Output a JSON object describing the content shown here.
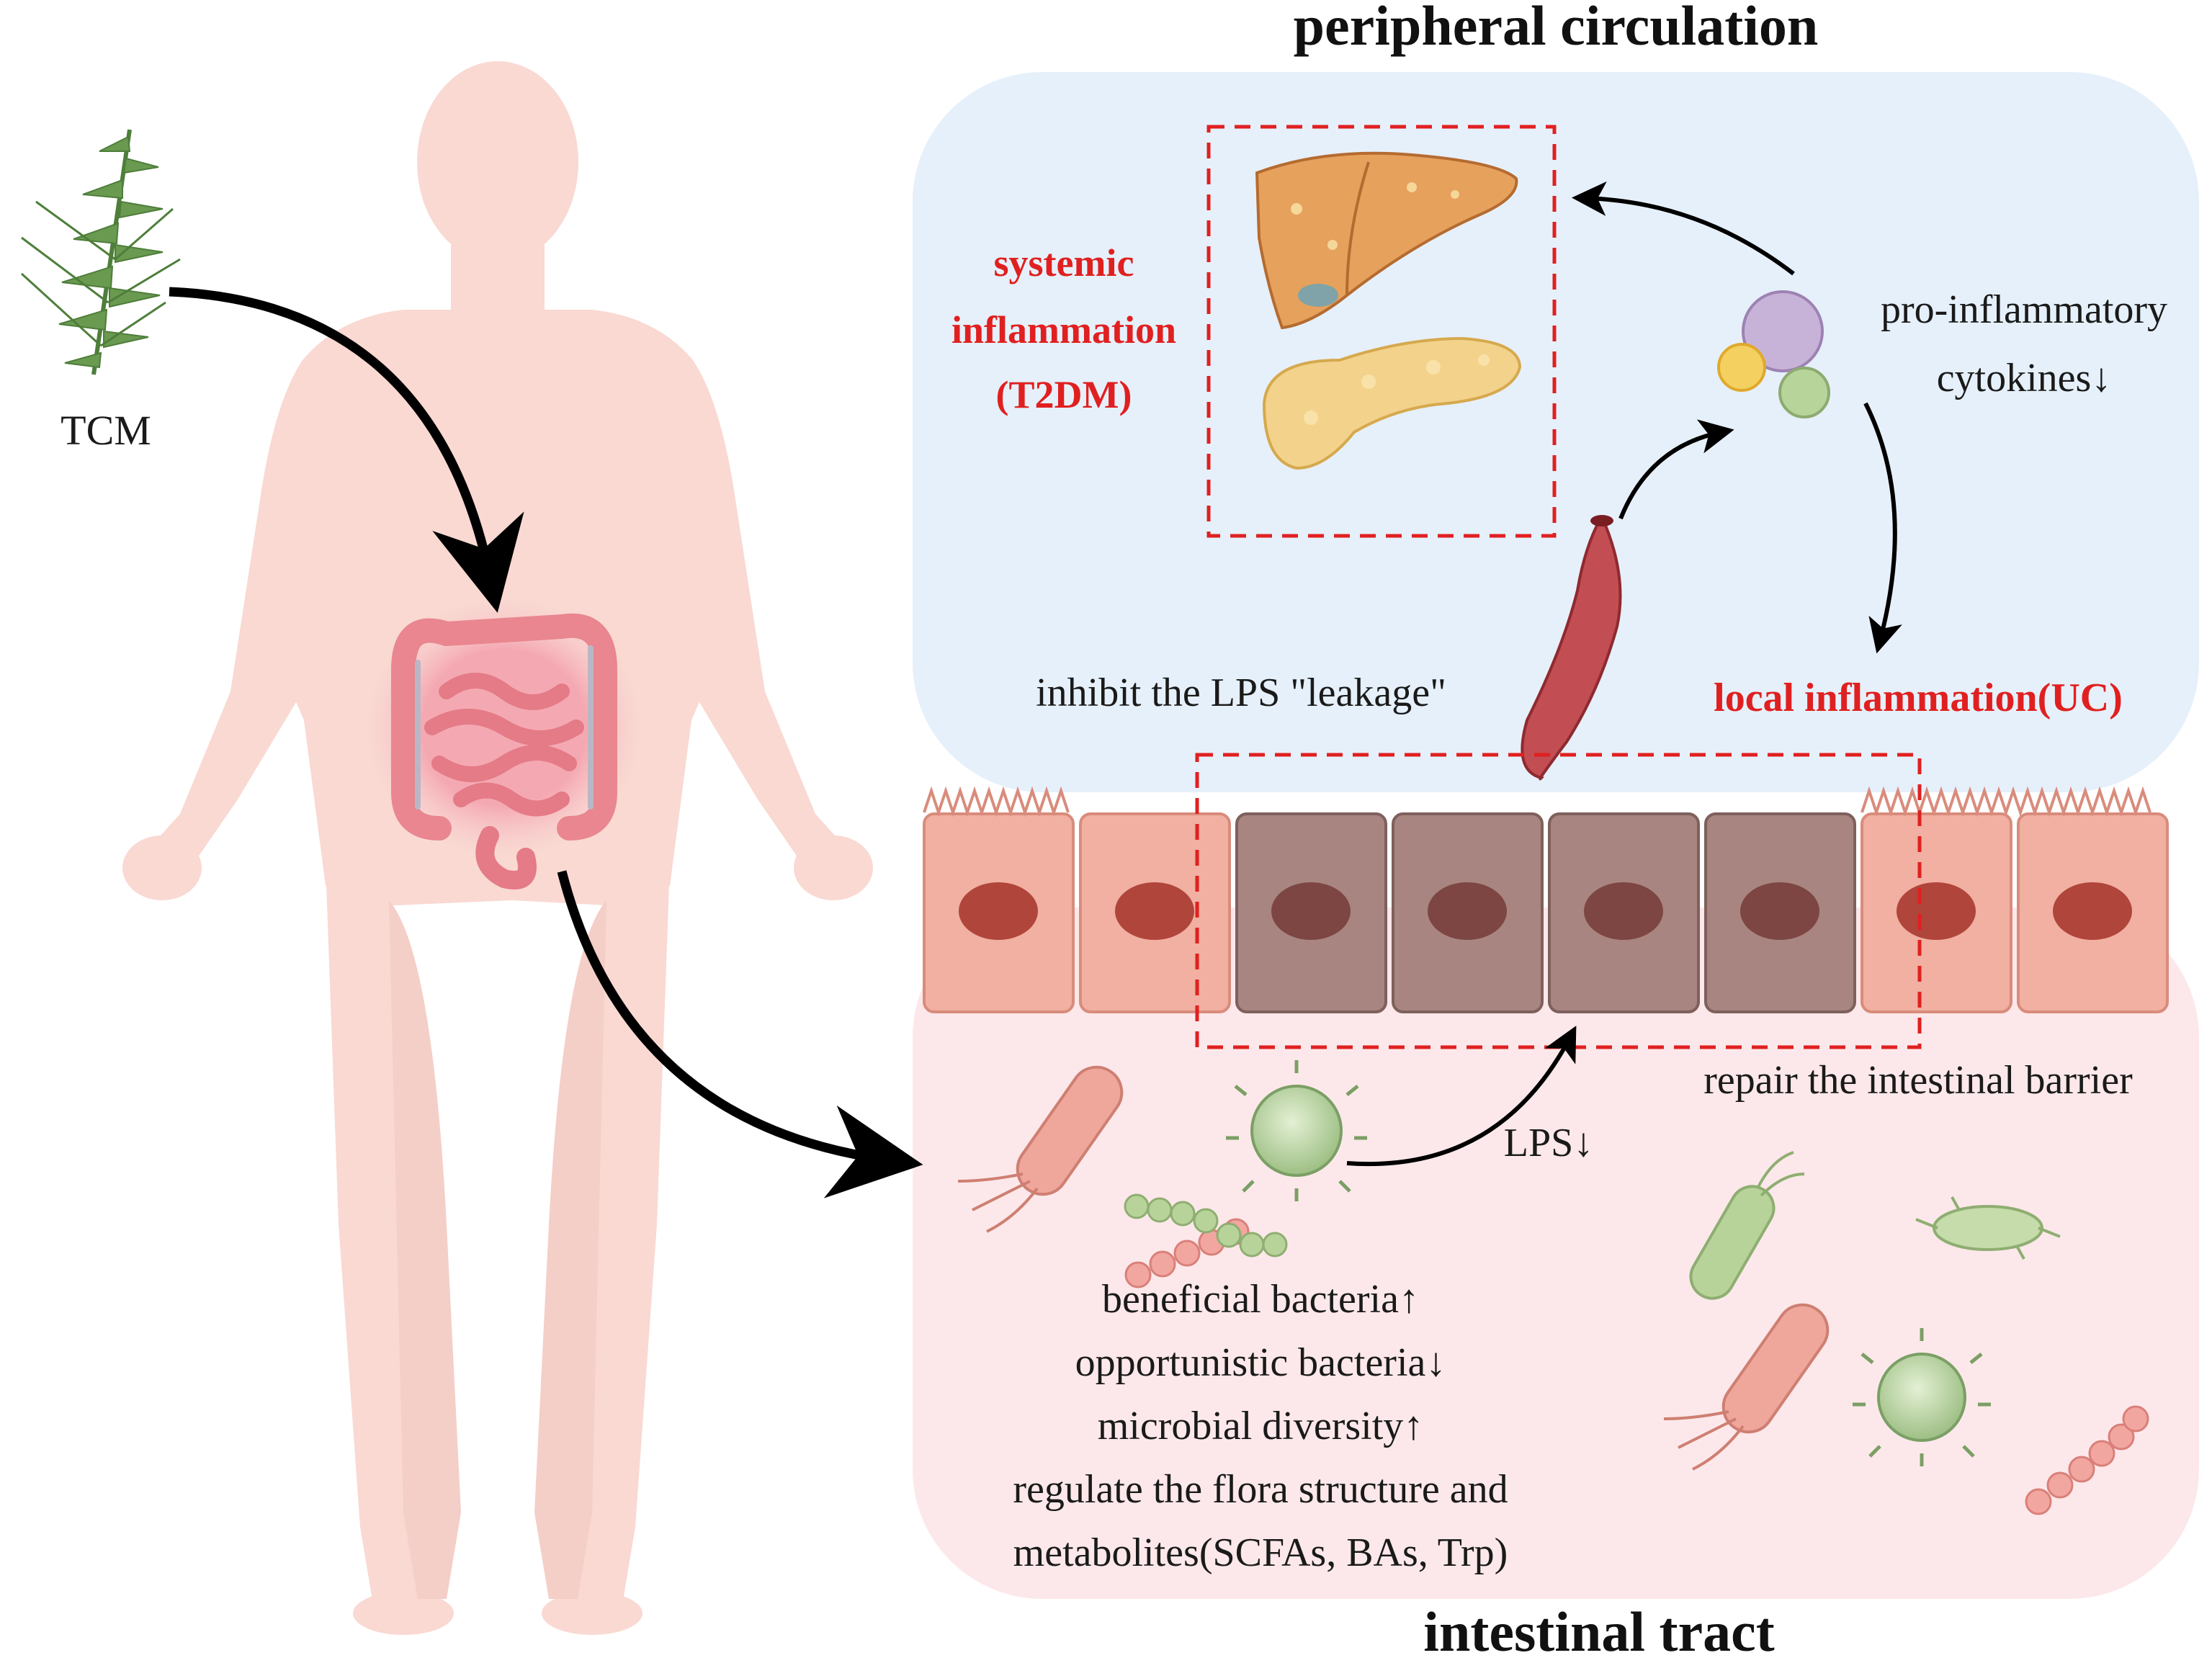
{
  "labels": {
    "peripheral_title": "peripheral circulation",
    "intestinal_title": "intestinal tract",
    "tcm": "TCM",
    "systemic_1": "systemic",
    "systemic_2": "inflammation",
    "systemic_3": "(T2DM)",
    "cytokines_1": "pro-inflammatory",
    "cytokines_2": "cytokines↓",
    "inhibit_lps": "inhibit the LPS \"leakage\"",
    "local_inflammation": "local inflammation(UC)",
    "repair_barrier": "repair the intestinal barrier",
    "lps_down": "LPS↓",
    "bullet_1": "beneficial bacteria↑",
    "bullet_2": "opportunistic bacteria↓",
    "bullet_3": "microbial diversity↑",
    "bullet_4": "regulate the flora structure and",
    "bullet_5": "metabolites(SCFAs, BAs, Trp)"
  },
  "colors": {
    "peripheral_bg": "#e6f0fa",
    "intestinal_bg": "#fce8ea",
    "highlight_red": "#e02020",
    "body_skin": "#f9d9d2",
    "text": "#1a1a1a"
  }
}
